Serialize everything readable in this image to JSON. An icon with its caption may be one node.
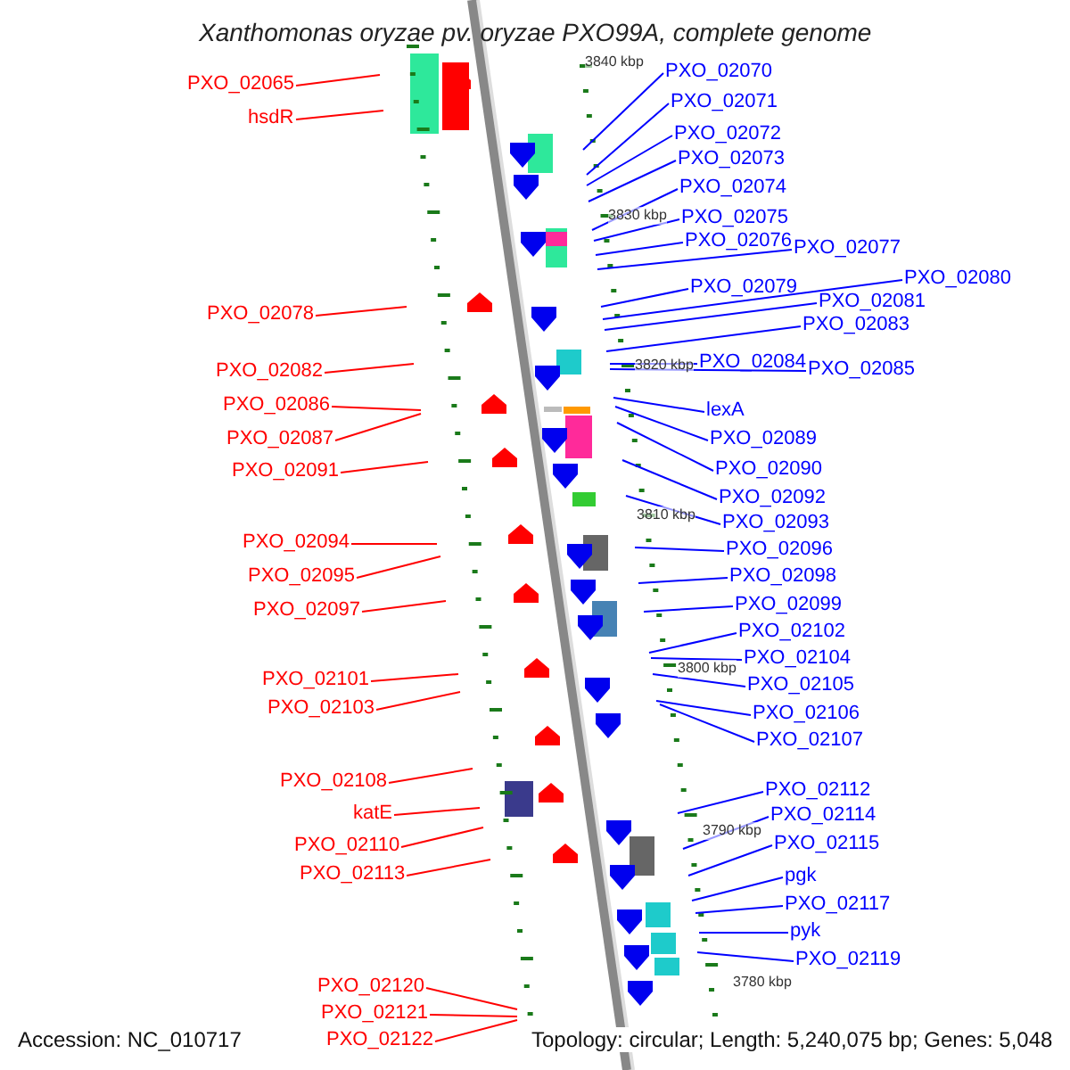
{
  "diagram": {
    "title": "Xanthomonas oryzae pv. oryzae PXO99A, complete genome",
    "nodes": [
      {
        "text": [
          "PXO_02065"
        ]
      },
      {
        "text": [
          "hsdR"
        ]
      },
      {
        "text": [
          "PXO_02078"
        ]
      },
      {
        "text": [
          "PXO_02082"
        ]
      },
      {
        "text": [
          "PXO_02086"
        ]
      },
      {
        "text": [
          "PXO_02087"
        ]
      },
      {
        "text": [
          "PXO_02091"
        ]
      },
      {
        "text": [
          "PXO_02094"
        ]
      },
      {
        "text": [
          "PXO_02095"
        ]
      },
      {
        "text": [
          "PXO_02097"
        ]
      },
      {
        "text": [
          "PXO_02101"
        ]
      },
      {
        "text": [
          "PXO_02103"
        ]
      },
      {
        "text": [
          "PXO_02108"
        ]
      },
      {
        "text": [
          "katE"
        ]
      },
      {
        "text": [
          "PXO_02110"
        ]
      },
      {
        "text": [
          "PXO_02113"
        ]
      },
      {
        "text": [
          "PXO_02120"
        ]
      },
      {
        "text": [
          "PXO_02121"
        ]
      },
      {
        "text": [
          "PXO_02122"
        ]
      },
      {
        "text": [
          "PXO_02070"
        ]
      },
      {
        "text": [
          "PXO_02071"
        ]
      },
      {
        "text": [
          "PXO_02072"
        ]
      },
      {
        "text": [
          "PXO_02073"
        ]
      },
      {
        "text": [
          "PXO_02074"
        ]
      },
      {
        "text": [
          "PXO_02075"
        ]
      },
      {
        "text": [
          "PXO_02076"
        ]
      },
      {
        "text": [
          "PXO_02077"
        ]
      },
      {
        "text": [
          "PXO_02079"
        ]
      },
      {
        "text": [
          "PXO_02080"
        ]
      },
      {
        "text": [
          "PXO_02081"
        ]
      },
      {
        "text": [
          "PXO_02083"
        ]
      },
      {
        "text": [
          "PXO_02084"
        ]
      },
      {
        "text": [
          "PXO_02085"
        ]
      },
      {
        "text": [
          "lexA"
        ]
      },
      {
        "text": [
          "PXO_02089"
        ]
      },
      {
        "text": [
          "PXO_02090"
        ]
      },
      {
        "text": [
          "PXO_02092"
        ]
      },
      {
        "text": [
          "PXO_02093"
        ]
      },
      {
        "text": [
          "PXO_02096"
        ]
      },
      {
        "text": [
          "PXO_02098"
        ]
      },
      {
        "text": [
          "PXO_02099"
        ]
      },
      {
        "text": [
          "PXO_02102"
        ]
      },
      {
        "text": [
          "PXO_02104"
        ]
      },
      {
        "text": [
          "PXO_02105"
        ]
      },
      {
        "text": [
          "PXO_02106"
        ]
      },
      {
        "text": [
          "PXO_02107"
        ]
      },
      {
        "text": [
          "PXO_02112"
        ]
      },
      {
        "text": [
          "PXO_02114"
        ]
      },
      {
        "text": [
          "PXO_02115"
        ]
      },
      {
        "text": [
          "pgk"
        ]
      },
      {
        "text": [
          "PXO_02117"
        ]
      },
      {
        "text": [
          "pyk"
        ]
      },
      {
        "text": [
          "PXO_02119"
        ]
      }
    ],
    "edges": [
      {
        "from": 0,
        "to": null,
        "arrow": "none",
        "color": "#ff0000"
      },
      {
        "from": 1,
        "to": null,
        "arrow": "none",
        "color": "#ff0000"
      },
      {
        "from": 2,
        "to": null,
        "arrow": "none",
        "color": "#ff0000"
      },
      {
        "from": 3,
        "to": null,
        "arrow": "none",
        "color": "#ff0000"
      },
      {
        "from": 4,
        "to": null,
        "arrow": "none",
        "color": "#ff0000"
      },
      {
        "from": 5,
        "to": null,
        "arrow": "none",
        "color": "#ff0000"
      },
      {
        "from": 6,
        "to": null,
        "arrow": "none",
        "color": "#ff0000"
      },
      {
        "from": 7,
        "to": null,
        "arrow": "none",
        "color": "#ff0000"
      },
      {
        "from": 8,
        "to": null,
        "arrow": "none",
        "color": "#ff0000"
      },
      {
        "from": 9,
        "to": null,
        "arrow": "none",
        "color": "#ff0000"
      },
      {
        "from": 10,
        "to": null,
        "arrow": "none",
        "color": "#ff0000"
      },
      {
        "from": 11,
        "to": null,
        "arrow": "none",
        "color": "#ff0000"
      },
      {
        "from": 12,
        "to": null,
        "arrow": "none",
        "color": "#ff0000"
      },
      {
        "from": 13,
        "to": null,
        "arrow": "none",
        "color": "#ff0000"
      },
      {
        "from": 14,
        "to": null,
        "arrow": "none",
        "color": "#ff0000"
      },
      {
        "from": 15,
        "to": null,
        "arrow": "none",
        "color": "#ff0000"
      },
      {
        "from": 16,
        "to": null,
        "arrow": "none",
        "color": "#ff0000"
      },
      {
        "from": 17,
        "to": null,
        "arrow": "none",
        "color": "#ff0000"
      },
      {
        "from": 18,
        "to": null,
        "arrow": "none",
        "color": "#ff0000"
      },
      {
        "from": 19,
        "to": null,
        "arrow": "none"
      },
      {
        "from": 20,
        "to": null,
        "arrow": "none"
      },
      {
        "from": 21,
        "to": null,
        "arrow": "none"
      },
      {
        "from": 22,
        "to": null,
        "arrow": "none"
      },
      {
        "from": 23,
        "to": null,
        "arrow": "none"
      },
      {
        "from": 24,
        "to": null,
        "arrow": "none"
      },
      {
        "from": 25,
        "to": null,
        "arrow": "none"
      },
      {
        "from": 26,
        "to": null,
        "arrow": "none"
      },
      {
        "from": 27,
        "to": null,
        "arrow": "none"
      },
      {
        "from": 28,
        "to": null,
        "arrow": "none"
      },
      {
        "from": 29,
        "to": null,
        "arrow": "none"
      },
      {
        "from": 30,
        "to": null,
        "arrow": "none"
      },
      {
        "from": 31,
        "to": null,
        "arrow": "none"
      },
      {
        "from": 32,
        "to": null,
        "arrow": "none"
      },
      {
        "from": 33,
        "to": null,
        "arrow": "none"
      },
      {
        "from": 34,
        "to": null,
        "arrow": "none"
      },
      {
        "from": 35,
        "to": null,
        "arrow": "none"
      },
      {
        "from": 36,
        "to": null,
        "arrow": "none"
      },
      {
        "from": 37,
        "to": null,
        "arrow": "none"
      },
      {
        "from": 38,
        "to": null,
        "arrow": "none"
      },
      {
        "from": 39,
        "to": null,
        "arrow": "none"
      },
      {
        "from": 40,
        "to": null,
        "arrow": "none"
      },
      {
        "from": 41,
        "to": null,
        "arrow": "none"
      },
      {
        "from": 42,
        "to": null,
        "arrow": "none"
      },
      {
        "from": 43,
        "to": null,
        "arrow": "none"
      },
      {
        "from": 44,
        "to": null,
        "arrow": "none"
      },
      {
        "from": 45,
        "to": null,
        "arrow": "none"
      },
      {
        "from": 46,
        "to": null,
        "arrow": "none"
      },
      {
        "from": 47,
        "to": null,
        "arrow": "none"
      },
      {
        "from": 48,
        "to": null,
        "arrow": "none"
      },
      {
        "from": 49,
        "to": null,
        "arrow": "none"
      },
      {
        "from": 50,
        "to": null,
        "arrow": "none"
      },
      {
        "from": 51,
        "to": null,
        "arrow": "none"
      },
      {
        "from": 52,
        "to": null,
        "arrow": "none"
      }
    ],
    "labels": [
      "3840 kbp",
      "3830 kbp",
      "3820 kbp",
      "3810 kbp",
      "3800 kbp",
      "3790 kbp",
      "3780 kbp",
      "Accession: NC_010717",
      "Topology: circular; Length: 5,240,075 bp; Genes: 5,048"
    ]
  }
}
